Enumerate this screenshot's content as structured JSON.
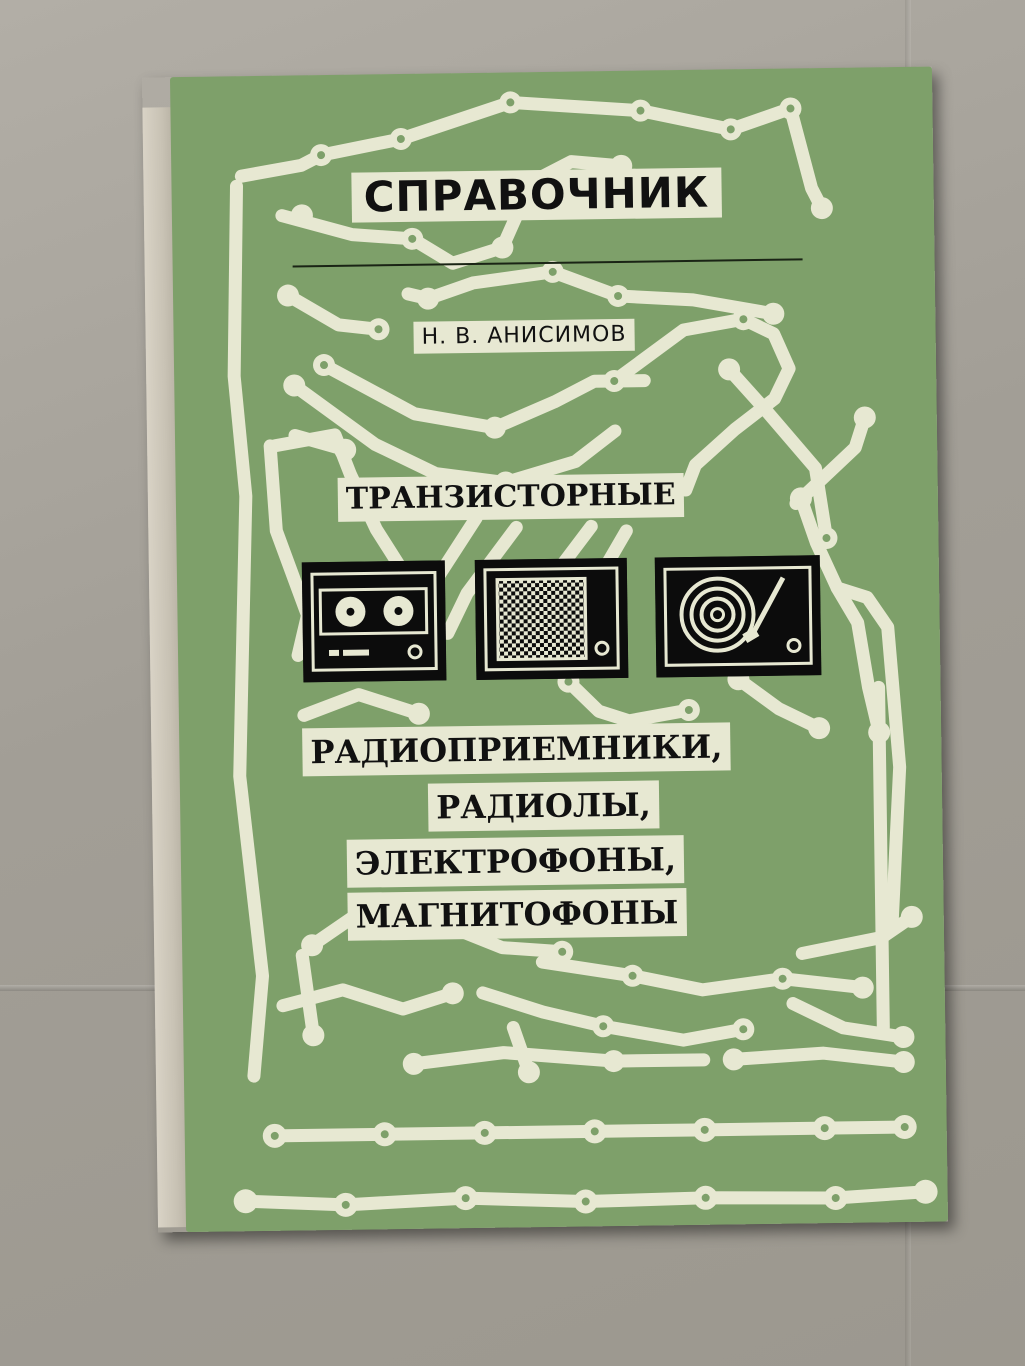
{
  "cover": {
    "series": "СПРАВОЧНИК",
    "author": "Н. В. АНИСИМОВ",
    "subtitle": "ТРАНЗИСТОРНЫЕ",
    "title_lines": [
      "РАДИОПРИЕМНИКИ,",
      "РАДИОЛЫ,",
      "ЭЛЕКТРОФОНЫ,",
      "МАГНИТОФОНЫ"
    ]
  },
  "colors": {
    "cover_green": "#7ea06a",
    "trace_cream": "#e7e8d2",
    "label_text": "#111111",
    "background_cardboard": "#a8a49c"
  },
  "icons": [
    "tape-recorder-icon",
    "radio-receiver-icon",
    "record-player-icon"
  ]
}
